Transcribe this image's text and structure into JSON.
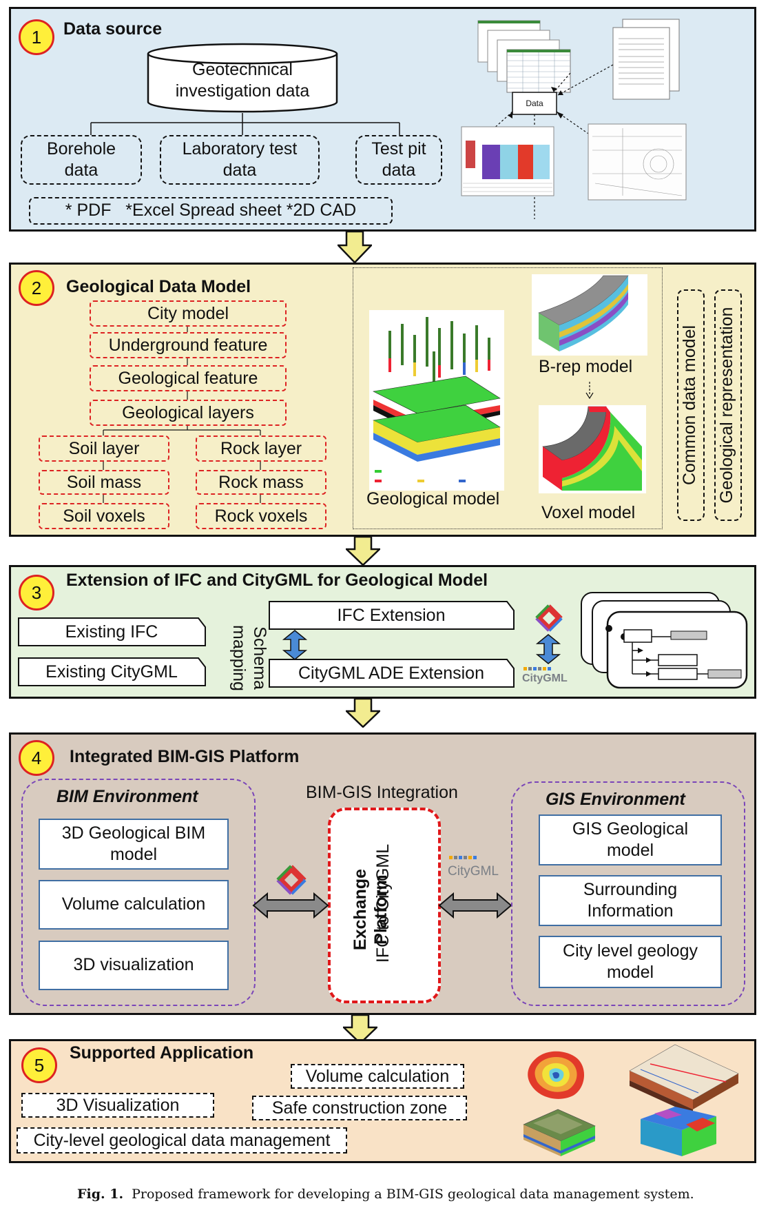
{
  "panel1": {
    "number": "1",
    "title": "Data source",
    "database": "Geotechnical\ninvestigation data",
    "borehole": "Borehole\ndata",
    "lab": "Laboratory test\ndata",
    "testpit": "Test pit\ndata",
    "formats": "* PDF   *Excel Spread sheet *2D CAD",
    "data_node": "Data"
  },
  "panel2": {
    "number": "2",
    "title": "Geological Data Model",
    "hierarchy": [
      "City model",
      "Underground feature",
      "Geological feature",
      "Geological layers"
    ],
    "soil": [
      "Soil layer",
      "Soil mass",
      "Soil voxels"
    ],
    "rock": [
      "Rock layer",
      "Rock mass",
      "Rock voxels"
    ],
    "geo_model": "Geological model",
    "brep_model": "B-rep model",
    "voxel_model": "Voxel model",
    "common_model": "Common data model",
    "geo_repr": "Geological representation"
  },
  "panel3": {
    "number": "3",
    "title": "Extension of IFC and CityGML for Geological Model",
    "existing_ifc": "Existing IFC",
    "existing_citygml": "Existing CityGML",
    "schema_mapping": "Schema\nmapping",
    "ifc_extension": "IFC Extension",
    "citygml_ade": "CityGML ADE Extension",
    "citygml_logo": "CityGML"
  },
  "panel4": {
    "number": "4",
    "title": "Integrated BIM-GIS Platform",
    "bim_env": "BIM Environment",
    "bim_items": [
      "3D Geological BIM\nmodel",
      "Volume calculation",
      "3D visualization"
    ],
    "integration": "BIM-GIS Integration",
    "exchange_title": "Exchange\nPlatform",
    "exchange_sub": "IFC to CityGML",
    "gis_env": "GIS Environment",
    "gis_items": [
      "GIS Geological\nmodel",
      "Surrounding\nInformation",
      "City level geology\nmodel"
    ],
    "citygml_logo": "CityGML"
  },
  "panel5": {
    "number": "5",
    "title": "Supported Application",
    "apps": [
      "Volume calculation",
      "3D Visualization",
      "Safe construction zone",
      "City-level geological data management"
    ]
  },
  "caption": {
    "label": "Fig. 1.",
    "text": "Proposed framework for developing a BIM-GIS geological data management system."
  },
  "colors": {
    "panel1_bg": "#dceaf3",
    "panel2_bg": "#f6efc8",
    "panel3_bg": "#e5f2dc",
    "panel4_bg": "#d8cbbf",
    "panel5_bg": "#f9e2c6",
    "flow_arrow": "#f2ec90"
  }
}
